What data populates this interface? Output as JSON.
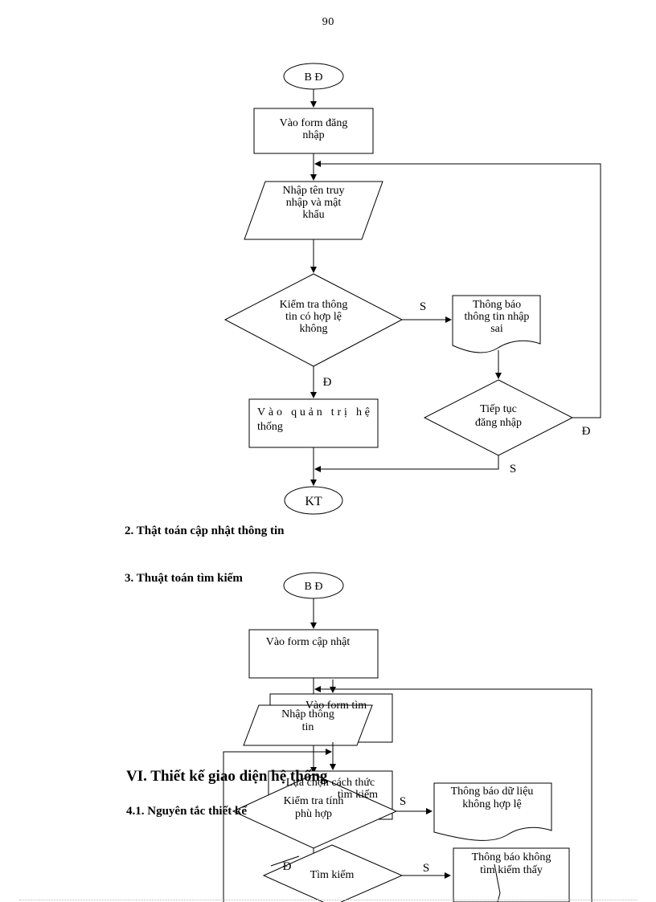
{
  "page_number": "90",
  "flow1": {
    "start": "B Đ",
    "login_form": [
      "Vào form đăng",
      "nhập"
    ],
    "input": [
      "Nhập tên truy",
      "nhập và mật",
      "khẩu"
    ],
    "check": [
      "Kiểm tra thông",
      "tin có hợp lệ",
      "không"
    ],
    "error": [
      "Thông báo",
      "thông tin nhập",
      "sai"
    ],
    "continue": [
      "Tiếp tục",
      "đăng nhập"
    ],
    "admin": [
      "Vào quản trị hệ",
      "thống"
    ],
    "end": "KT",
    "label_s1": "S",
    "label_d1": "Đ",
    "label_d2": "Đ",
    "label_s2": "S"
  },
  "headings": {
    "h_update": "2. Thật toán cập nhật thông tin",
    "h_search": "3. Thuật toán tìm kiếm",
    "h_design": "VI. Thiết kế giao diện hệ thống",
    "h_principle": "4.1. Nguyên tắc thiết kế"
  },
  "flow2": {
    "start": "B Đ",
    "update_form": "Vào form cập nhật",
    "search_form": "Vào form tìm",
    "input": [
      "Nhập thông",
      "tin"
    ],
    "choose": [
      "Lựa chọn cách thức",
      "tìm kiếm"
    ],
    "check": [
      "Kiểm tra tính",
      "phù hợp"
    ],
    "invalid": [
      "Thông báo dữ liệu",
      "không hợp lệ"
    ],
    "search": "Tìm kiếm",
    "notfound": [
      "Thông báo không",
      "tìm kiếm thấy"
    ],
    "label_s1": "S",
    "label_d1": "Đ",
    "label_s2": "S"
  }
}
